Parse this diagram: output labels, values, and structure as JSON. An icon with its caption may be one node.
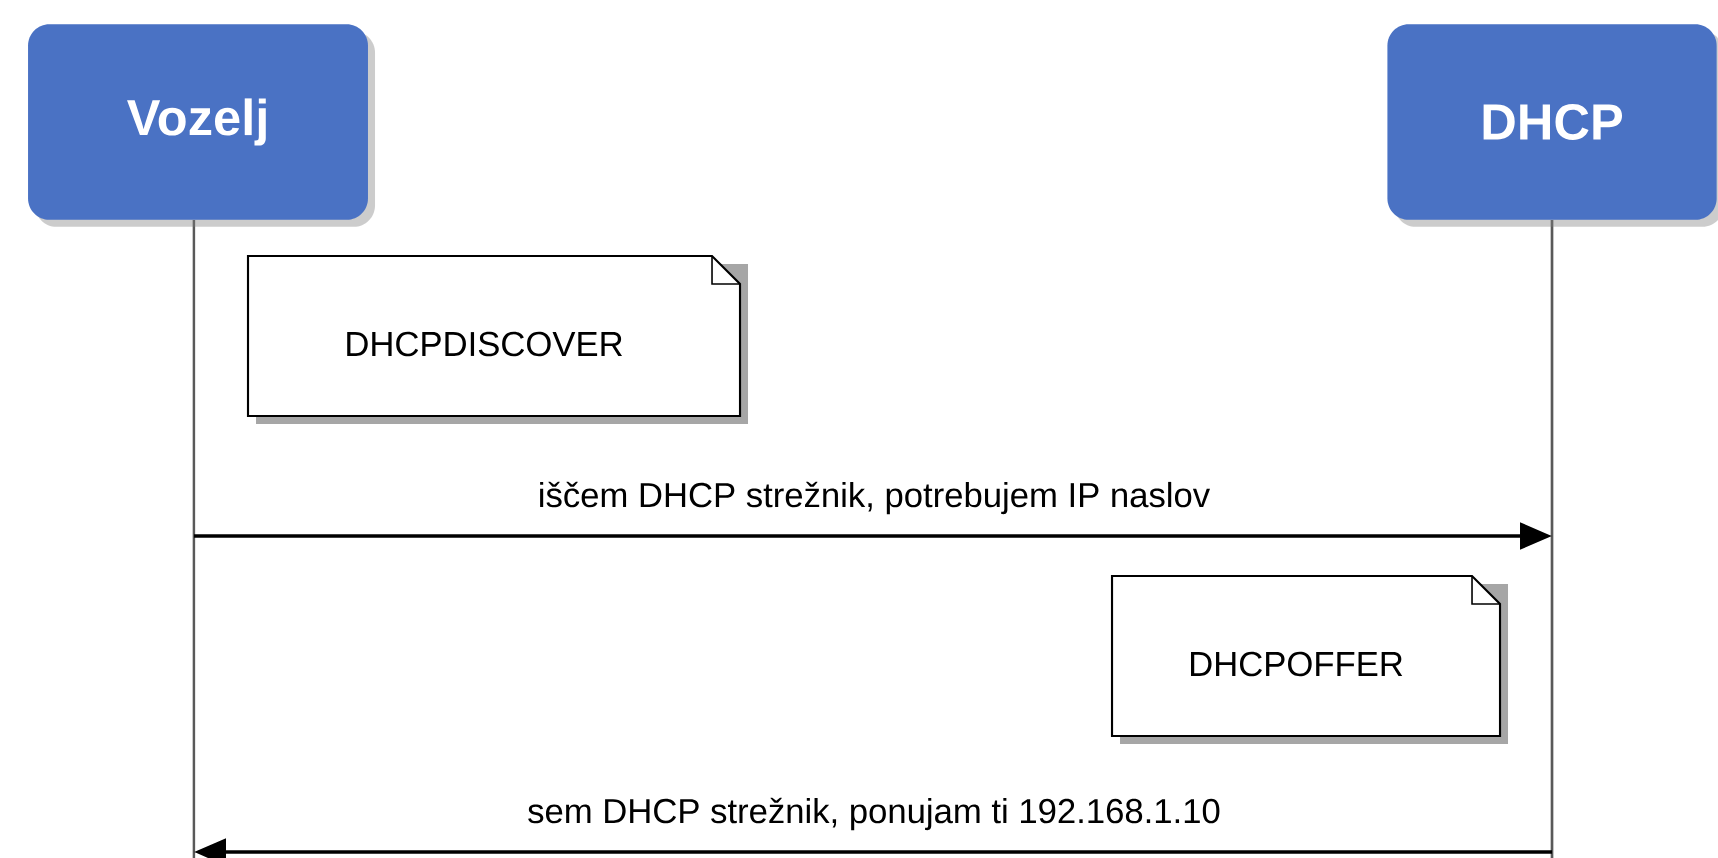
{
  "diagram": {
    "nodes": [
      {
        "text": [
          "Vozelj"
        ]
      },
      {
        "text": [
          "DHCP"
        ]
      },
      {
        "text": [
          "DHCPDISCOVER"
        ]
      },
      {
        "text": [
          "DHCPOFFER"
        ]
      }
    ],
    "edges": [
      {
        "from": 0,
        "to": 1,
        "arrow": "to",
        "label": "iščem DHCP strežnik, potrebujem IP naslov"
      },
      {
        "from": 1,
        "to": 0,
        "arrow": "to",
        "label": "sem DHCP strežnik, ponujam ti 192.168.1.10"
      }
    ]
  }
}
